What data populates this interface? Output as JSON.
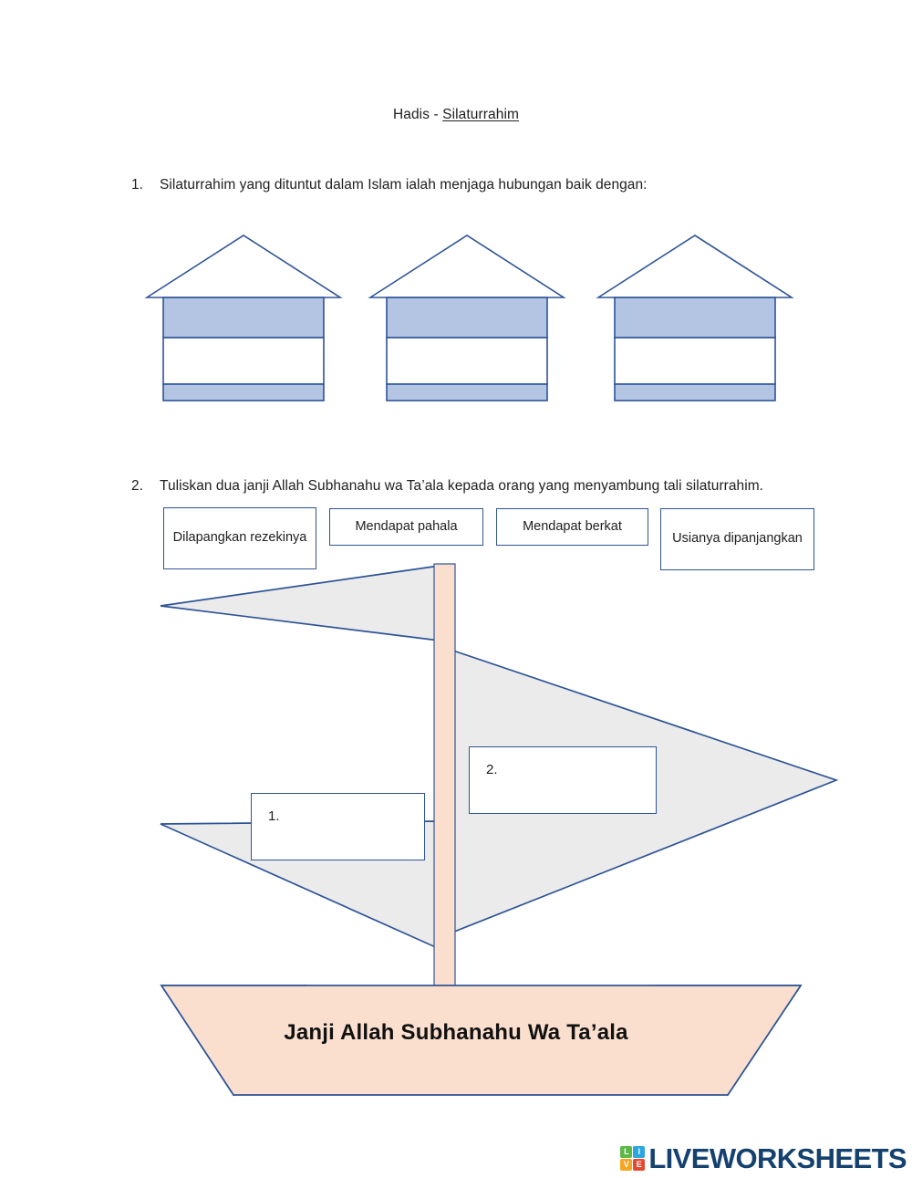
{
  "document": {
    "title_prefix": "Hadis - ",
    "title_keyword": "Silaturrahim"
  },
  "questions": [
    {
      "number": "1.",
      "text": "Silaturrahim yang dituntut dalam Islam ialah menjaga hubungan baik dengan:"
    },
    {
      "number": "2.",
      "text": "Tuliskan dua janji Allah Subhanahu wa Ta’ala kepada orang yang menyambung tali silaturrahim."
    }
  ],
  "houses": [
    {
      "label": "house-shape-1"
    },
    {
      "label": "house-shape-2"
    },
    {
      "label": "house-shape-3"
    }
  ],
  "options": [
    {
      "label": "Dilapangkan rezekinya"
    },
    {
      "label": "Mendapat pahala"
    },
    {
      "label": "Mendapat berkat"
    },
    {
      "label": "Usianya dipanjangkan"
    }
  ],
  "boat": {
    "hull_label": "Janji Allah Subhanahu Wa Ta’ala",
    "answer_slots": [
      {
        "marker": "1."
      },
      {
        "marker": "2."
      }
    ]
  },
  "logo": {
    "tiles": [
      "L",
      "I",
      "V",
      "E"
    ],
    "wordmark": "LIVEWORKSHEETS"
  },
  "colors": {
    "outline_blue": "#2e5496",
    "house_band_blue": "#b4c5e4",
    "sail_gray": "#ebebeb",
    "mast_peach": "#fadfce",
    "hull_peach": "#fadfce",
    "logo_navy": "#14416e",
    "tile_green": "#5cb947",
    "tile_blue": "#2aa7df",
    "tile_orange": "#f5a623",
    "tile_red": "#e24a33"
  }
}
